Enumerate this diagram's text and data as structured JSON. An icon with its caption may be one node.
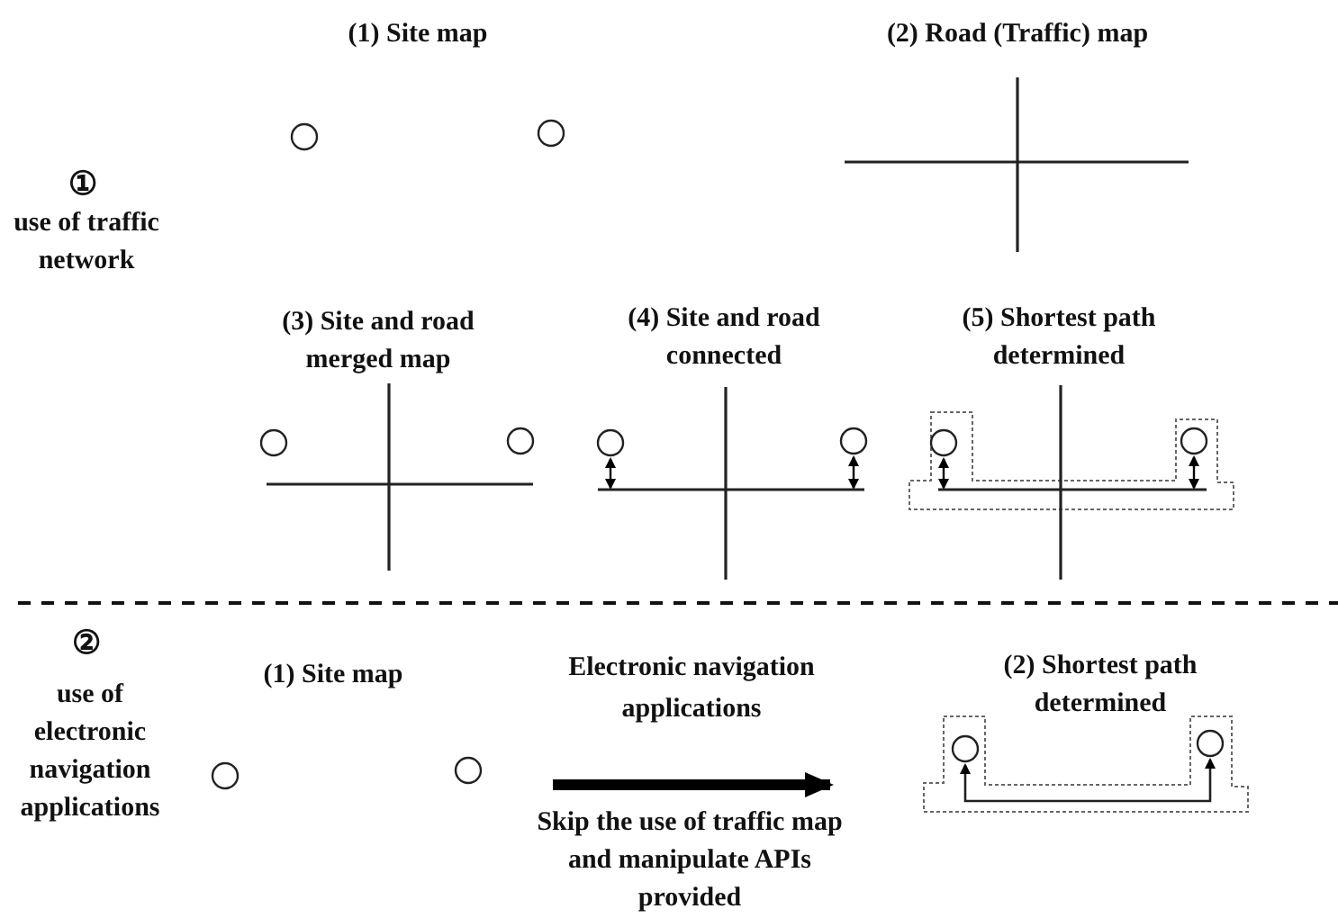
{
  "diagram": {
    "nodes": [
      {
        "text": [
          "(1) Site map"
        ]
      },
      {
        "text": [
          "(2) Shortest path determined"
        ]
      }
    ],
    "edges": [
      {
        "from": 0,
        "to": 1,
        "arrow": "to",
        "label": "Electronic navigation applications"
      }
    ],
    "labels": [
      "(1) Site map",
      "(2) Road (Traffic) map",
      "①",
      "use of traffic network",
      "(3) Site and road merged map",
      "(4) Site and road connected",
      "(5) Shortest path determined",
      "②",
      "use of electronic navigation applications",
      "Skip the use of traffic map and manipulate APIs provided"
    ]
  }
}
